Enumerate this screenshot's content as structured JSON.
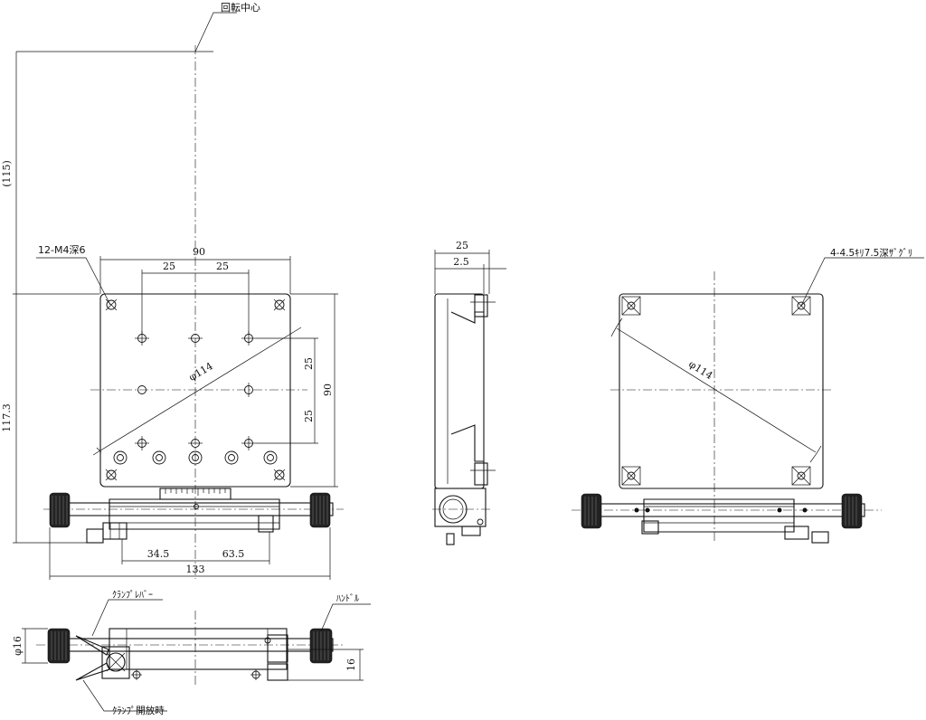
{
  "labels": {
    "rotation_center": "回転中心",
    "tapped_holes": "12-M4深6",
    "counterbore_holes": "4-4.5ｷﾘ7.5深ｻﾞｸﾞﾘ",
    "clamp_lever": "ｸﾗﾝﾌﾟﾚﾊﾞｰ",
    "handle": "ﾊﾝﾄﾞﾙ",
    "clamp_open": "ｸﾗﾝﾌﾟ開放時"
  },
  "dims": {
    "d115": "(115)",
    "d117_3": "117.3",
    "d90_top": "90",
    "d25_a": "25",
    "d25_b": "25",
    "d90_side": "90",
    "d25_c": "25",
    "d25_d": "25",
    "phi114_front": "φ114",
    "d34_5": "34.5",
    "d63_5": "63.5",
    "d133": "133",
    "d25_side": "25",
    "d2_5": "2.5",
    "phi114_bottom": "φ114",
    "phi16": "φ16",
    "d16": "16"
  }
}
